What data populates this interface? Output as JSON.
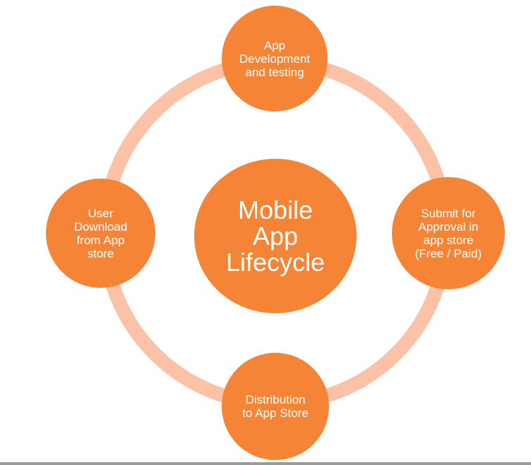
{
  "colors": {
    "node_fill": "#F58437",
    "ring": "#FBC2A8",
    "text": "#FFFFFF",
    "background": "#FFFFFF"
  },
  "center": {
    "label": "Mobile\nApp\nLifecycle"
  },
  "nodes": [
    {
      "id": "top",
      "label": "App\nDevelopment\nand testing"
    },
    {
      "id": "right",
      "label": "Submit for\nApproval in\napp store\n(Free / Paid)"
    },
    {
      "id": "bottom",
      "label": "Distribution\nto App Store"
    },
    {
      "id": "left",
      "label": "User\nDownload\nfrom App\nstore"
    }
  ]
}
